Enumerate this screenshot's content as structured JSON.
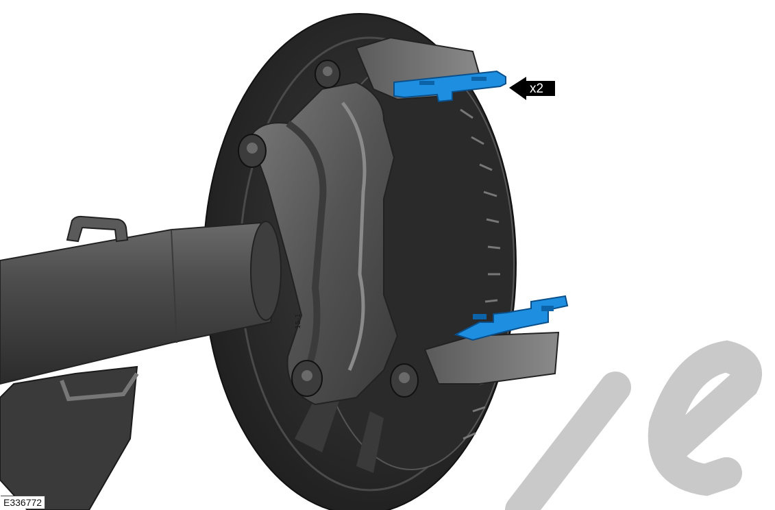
{
  "figure_id": "E336772",
  "callout": {
    "text": "x2",
    "color": "#000000",
    "text_color": "#ffffff"
  },
  "components": [
    {
      "name": "shock-absorber",
      "color": "#4a4a4a"
    },
    {
      "name": "brake-disc",
      "color": "#2e2e2e"
    },
    {
      "name": "caliper-bracket",
      "color": "#5c5c5c"
    },
    {
      "name": "brake-pad-slide-clip-upper",
      "color": "#1e8fe0"
    },
    {
      "name": "brake-pad-slide-clip-lower",
      "color": "#1e8fe0"
    },
    {
      "name": "bolt",
      "color": "#3c3c3c"
    }
  ],
  "bracket_marking": "15-1",
  "watermark": {
    "text": "le",
    "color": "#c9c9c9"
  }
}
